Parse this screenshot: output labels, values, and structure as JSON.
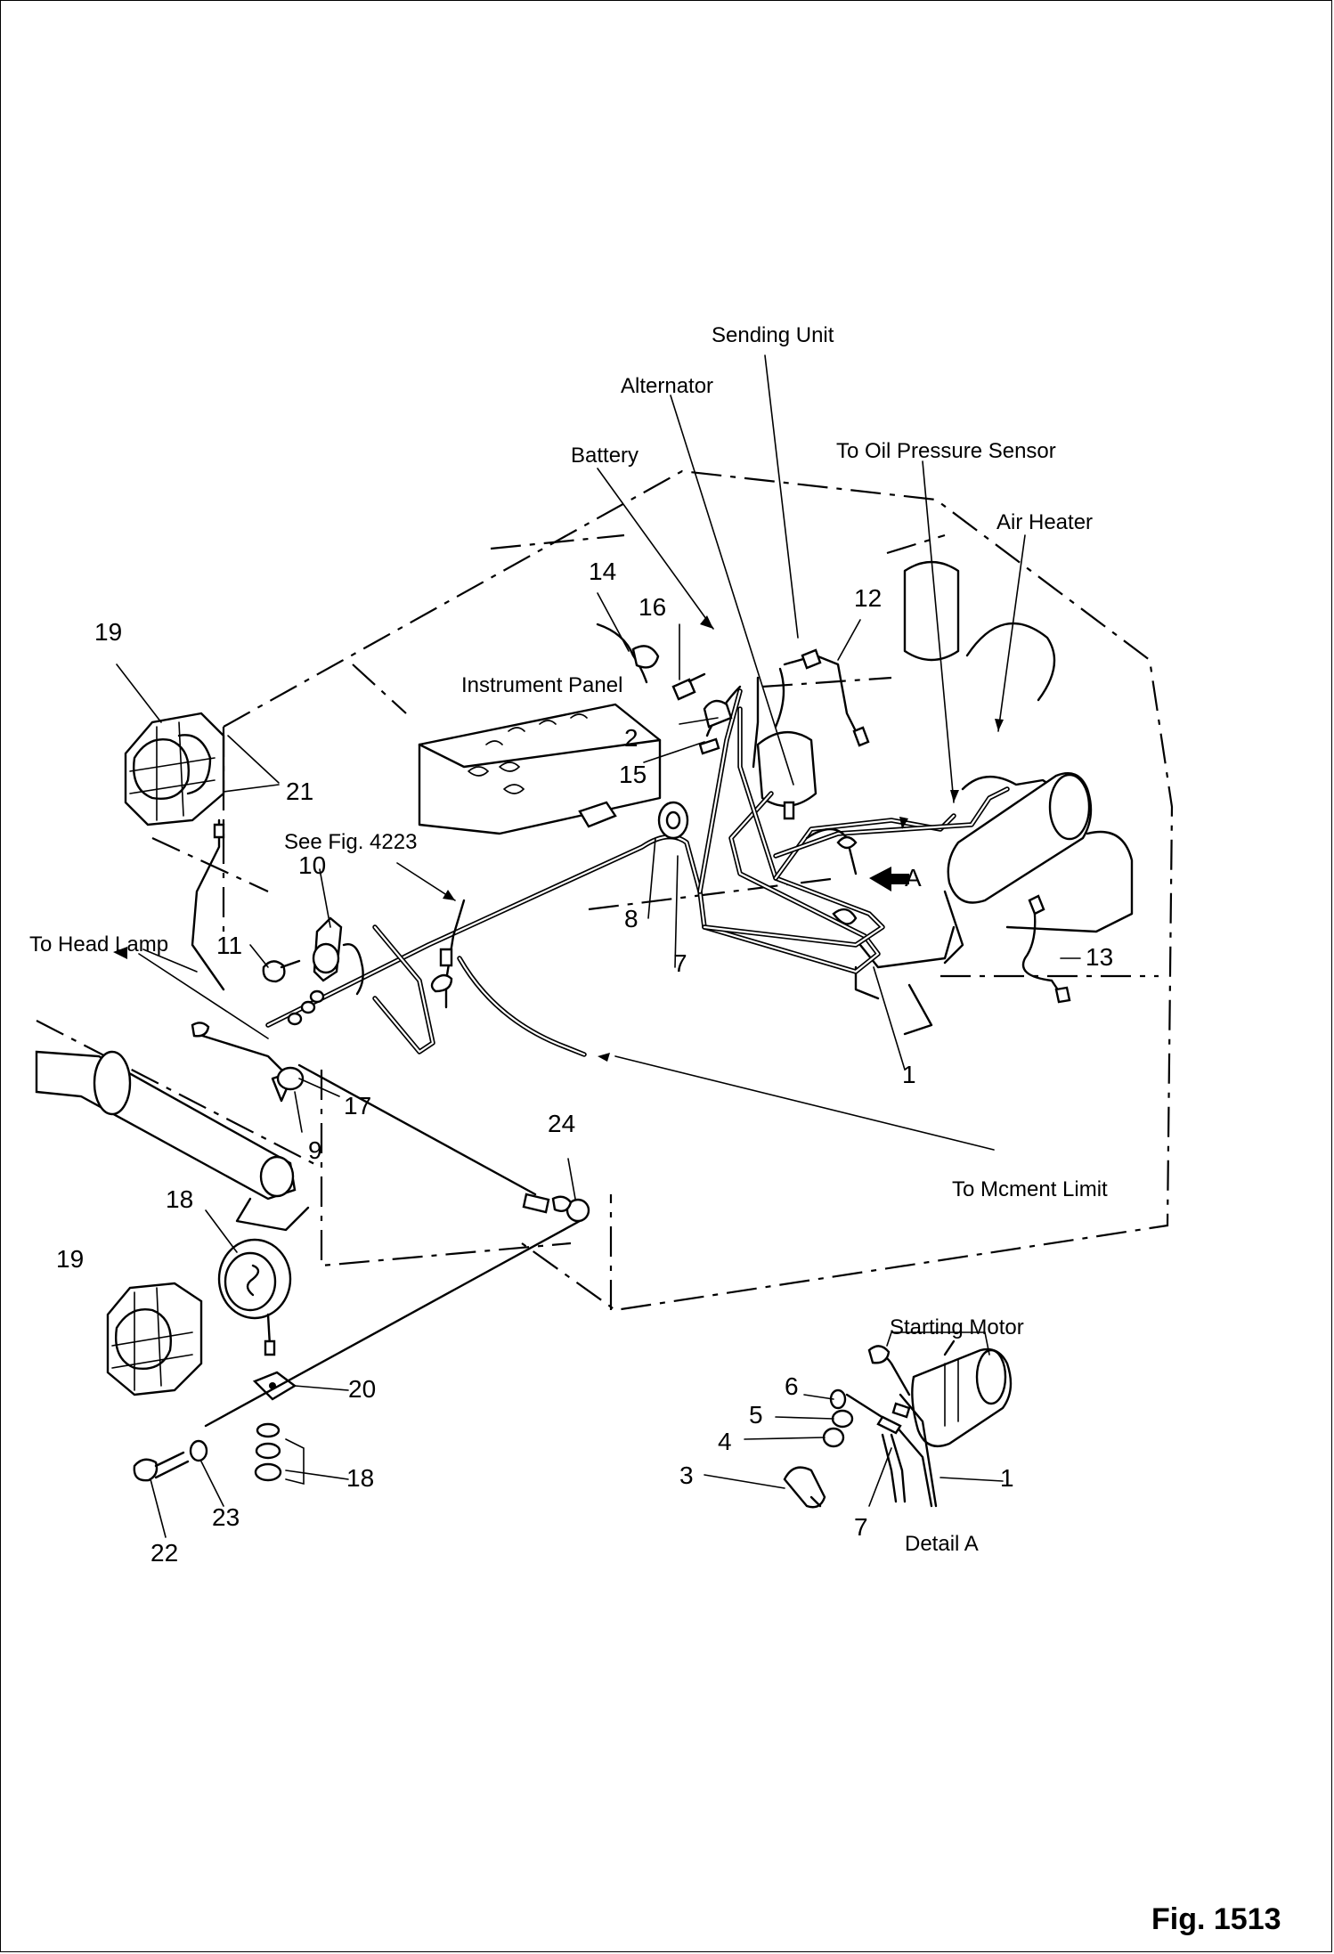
{
  "figure": {
    "label": "Fig. 1513"
  },
  "callouts": {
    "sending_unit": "Sending Unit",
    "alternator": "Alternator",
    "battery": "Battery",
    "oil_pressure_sensor": "To Oil Pressure Sensor",
    "air_heater": "Air Heater",
    "instrument_panel": "Instrument Panel",
    "see_fig": "See Fig. 4223",
    "to_head_lamp": "To Head Lamp",
    "to_moment_limit": "To Mcment Limit",
    "starting_motor": "Starting Motor",
    "detail_a": "Detail A",
    "arrow_a": "A"
  },
  "parts": {
    "p1": "1",
    "p2": "2",
    "p3": "3",
    "p4": "4",
    "p5": "5",
    "p6": "6",
    "p7": "7",
    "p8": "8",
    "p9": "9",
    "p10": "10",
    "p11": "11",
    "p12": "12",
    "p13": "13",
    "p14": "14",
    "p15": "15",
    "p16": "16",
    "p17": "17",
    "p18": "18",
    "p19": "19",
    "p20": "20",
    "p21": "21",
    "p22": "22",
    "p23": "23",
    "p24": "24"
  },
  "parts_repeat": {
    "p1": "1",
    "p7": "7",
    "p18": "18",
    "p19": "19"
  }
}
